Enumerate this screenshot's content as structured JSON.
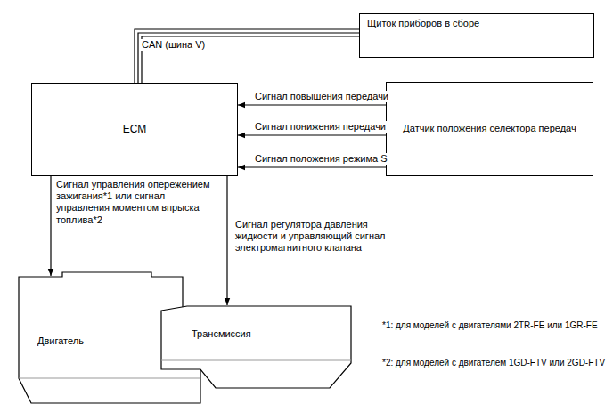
{
  "diagram": {
    "nodes": [
      {
        "text": [
          "ECM"
        ]
      },
      {
        "text": [
          "Щиток приборов в сборе"
        ]
      },
      {
        "text": [
          "Датчик положения селектора передач"
        ]
      },
      {
        "text": [
          "Двигатель"
        ]
      },
      {
        "text": [
          "Трансмиссия"
        ]
      }
    ],
    "edges": [
      {
        "from": 0,
        "to": 1,
        "arrow": "none",
        "label": "CAN (шина V)"
      },
      {
        "from": 2,
        "to": 0,
        "arrow": "to",
        "label": "Сигнал повышения передачи"
      },
      {
        "from": 2,
        "to": 0,
        "arrow": "to",
        "label": "Сигнал понижения передачи"
      },
      {
        "from": 2,
        "to": 0,
        "arrow": "to",
        "label": "Сигнал положения режима S"
      },
      {
        "from": 0,
        "to": 3,
        "arrow": "to",
        "label": "Сигнал управления опережением зажигания*1 или сигнал управления моментом впрыска топлива*2"
      },
      {
        "from": 0,
        "to": 4,
        "arrow": "to",
        "label": "Сигнал регулятора давления жидкости и управляющий сигнал электромагнитного клапана"
      }
    ],
    "labels": [
      "*1: для моделей с двигателями 2TR-FE или 1GR-FE",
      "*2: для моделей с двигателем 1GD-FTV или 2GD-FTV"
    ]
  }
}
